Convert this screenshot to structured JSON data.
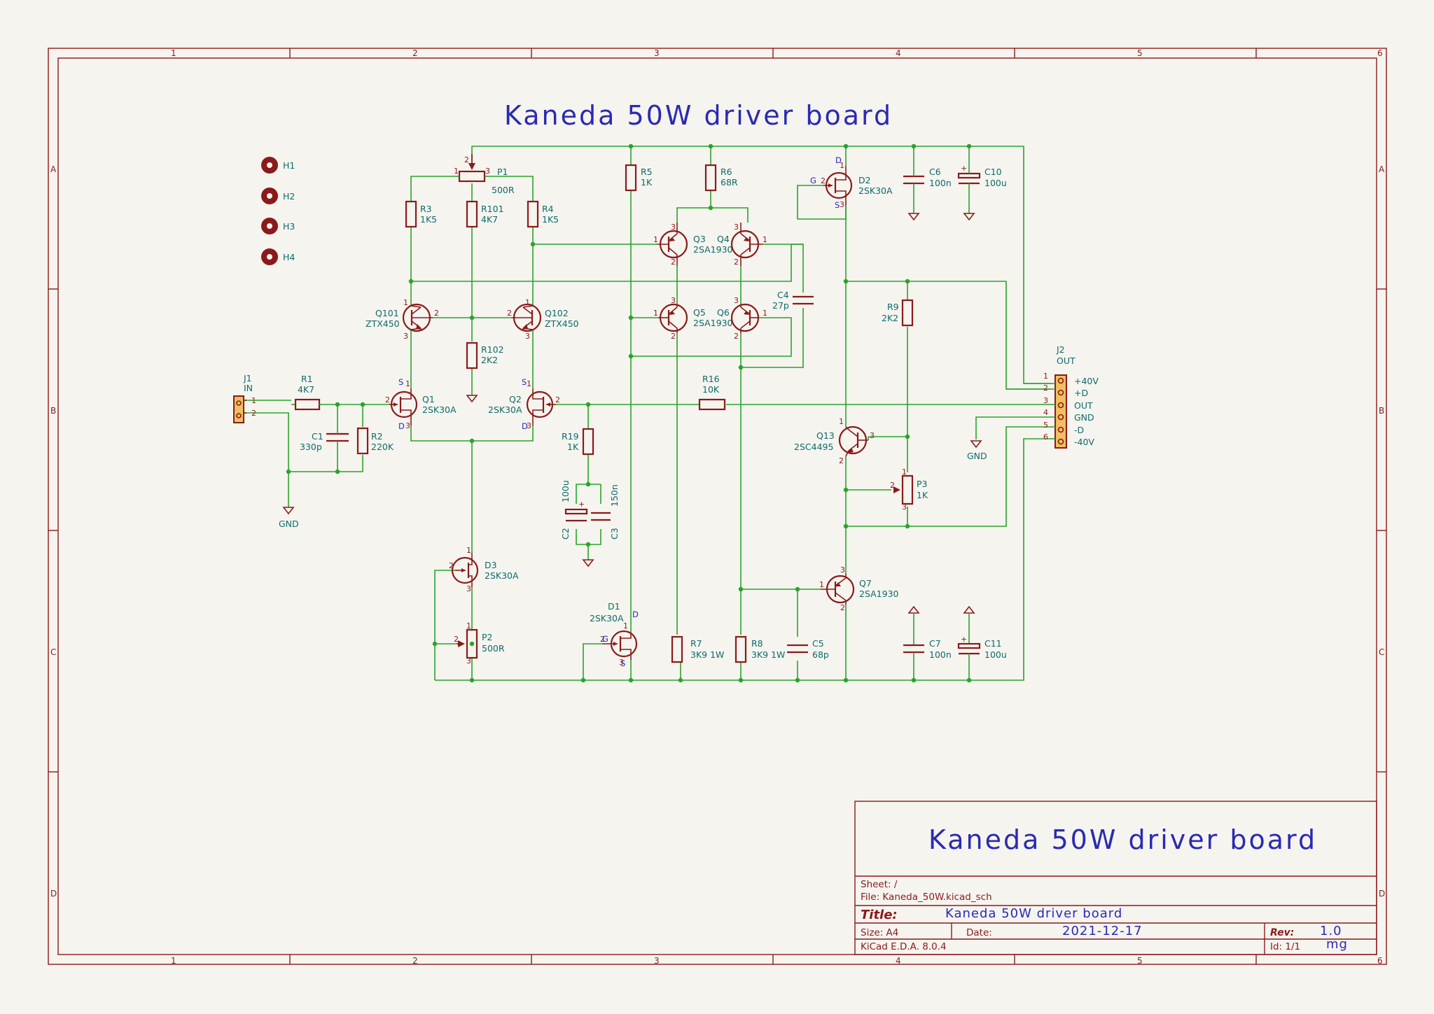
{
  "sheet": {
    "main_title": "Kaneda 50W driver board",
    "columns": [
      "1",
      "2",
      "3",
      "4",
      "5",
      "6"
    ],
    "rows": [
      "A",
      "B",
      "C",
      "D"
    ]
  },
  "title_block": {
    "big_title": "Kaneda 50W driver board",
    "sheet_label": "Sheet: /",
    "file_label": "File: Kaneda_50W.kicad_sch",
    "title_label": "Title:",
    "title_value": "Kaneda 50W driver board",
    "size_label": "Size: A4",
    "date_label": "Date:",
    "date_value": "2021-12-17",
    "rev_label": "Rev:",
    "rev_value": "1.0",
    "tool_label": "KiCad E.D.A. 8.0.4",
    "id_label": "Id: 1/1",
    "company_value": "mg"
  },
  "components": {
    "H1": "H1",
    "H2": "H2",
    "H3": "H3",
    "H4": "H4",
    "J1": {
      "ref": "J1",
      "val": "IN"
    },
    "R1": {
      "ref": "R1",
      "val": "4K7"
    },
    "C1": {
      "ref": "C1",
      "val": "330p"
    },
    "R2": {
      "ref": "R2",
      "val": "220K"
    },
    "Q1": {
      "ref": "Q1",
      "val": "2SK30A"
    },
    "Q2": {
      "ref": "Q2",
      "val": "2SK30A"
    },
    "R3": {
      "ref": "R3",
      "val": "1K5"
    },
    "R4": {
      "ref": "R4",
      "val": "1K5"
    },
    "R101": {
      "ref": "R101",
      "val": "4K7"
    },
    "R102": {
      "ref": "R102",
      "val": "2K2"
    },
    "P1": {
      "ref": "P1",
      "val": "500R"
    },
    "Q101": {
      "ref": "Q101",
      "val": "ZTX450"
    },
    "Q102": {
      "ref": "Q102",
      "val": "ZTX450"
    },
    "R5": {
      "ref": "R5",
      "val": "1K"
    },
    "R6": {
      "ref": "R6",
      "val": "68R"
    },
    "Q3": {
      "ref": "Q3",
      "val": "2SA1930"
    },
    "Q4": {
      "ref": "Q4",
      "val": ""
    },
    "Q5": {
      "ref": "Q5",
      "val": "2SA1930"
    },
    "Q6": {
      "ref": "Q6",
      "val": ""
    },
    "C4": {
      "ref": "C4",
      "val": "27p"
    },
    "R16": {
      "ref": "R16",
      "val": "10K"
    },
    "R19": {
      "ref": "R19",
      "val": "1K"
    },
    "C2": {
      "ref": "C2",
      "val": "100u"
    },
    "C3": {
      "ref": "C3",
      "val": "150n"
    },
    "D3": {
      "ref": "D3",
      "val": "2SK30A"
    },
    "P2": {
      "ref": "P2",
      "val": "500R"
    },
    "D1": {
      "ref": "D1",
      "val": "2SK30A"
    },
    "R7": {
      "ref": "R7",
      "val": "3K9 1W"
    },
    "R8": {
      "ref": "R8",
      "val": "3K9 1W"
    },
    "C5": {
      "ref": "C5",
      "val": "68p"
    },
    "D2": {
      "ref": "D2",
      "val": "2SK30A"
    },
    "C6": {
      "ref": "C6",
      "val": "100n"
    },
    "C10": {
      "ref": "C10",
      "val": "100u"
    },
    "R9": {
      "ref": "R9",
      "val": "2K2"
    },
    "Q13": {
      "ref": "Q13",
      "val": "2SC4495"
    },
    "P3": {
      "ref": "P3",
      "val": "1K"
    },
    "Q7": {
      "ref": "Q7",
      "val": "2SA1930"
    },
    "C7": {
      "ref": "C7",
      "val": "100n"
    },
    "C11": {
      "ref": "C11",
      "val": "100u"
    },
    "J2": {
      "ref": "J2",
      "val": "OUT"
    }
  },
  "connector_j2_pins": [
    "+40V",
    "+D",
    "OUT",
    "GND",
    "-D",
    "-40V"
  ],
  "power_labels": {
    "gnd": "GND"
  },
  "pin_letters": {
    "s": "S",
    "d": "D",
    "g": "G"
  },
  "colors": {
    "frame": "#8b1a1a",
    "wire": "#2aa32a",
    "ref_text": "#0e6b6b",
    "title_text": "#2a2ab3",
    "background": "#f5f4ef"
  }
}
